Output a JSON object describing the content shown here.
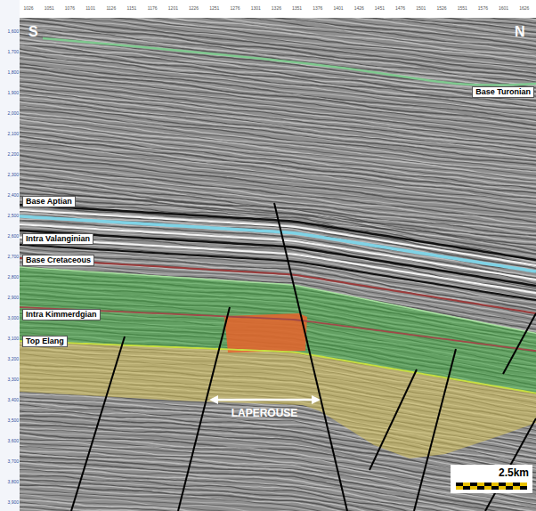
{
  "diagram": {
    "nodes": [
      {
        "text": [
          "Base Turonian"
        ]
      },
      {
        "text": [
          "Base Aptian"
        ]
      },
      {
        "text": [
          "Intra Valanginian"
        ]
      },
      {
        "text": [
          "Base Cretaceous"
        ]
      },
      {
        "text": [
          "Intra Kimmerdgian"
        ]
      },
      {
        "text": [
          "Top Elang"
        ]
      },
      {
        "text": [
          "2.5km"
        ]
      }
    ],
    "labels": [
      "S",
      "N",
      "1026",
      "1051",
      "1076",
      "1101",
      "1126",
      "1151",
      "1176",
      "1201",
      "1226",
      "1251",
      "1276",
      "1301",
      "1326",
      "1351",
      "1376",
      "1401",
      "1426",
      "1451",
      "1476",
      "1501",
      "1526",
      "1551",
      "1576",
      "1601",
      "1626",
      "1,600",
      "1,700",
      "1,800",
      "1,900",
      "2,000",
      "2,100",
      "2,200",
      "2,300",
      "2,400",
      "2,500",
      "2,600",
      "2,700",
      "2,800",
      "2,900",
      "3,000",
      "3,100",
      "3,200",
      "3,300",
      "3,400",
      "3,500",
      "3,600",
      "3,700",
      "3,800",
      "3,900",
      "LAPEROUSE"
    ]
  }
}
